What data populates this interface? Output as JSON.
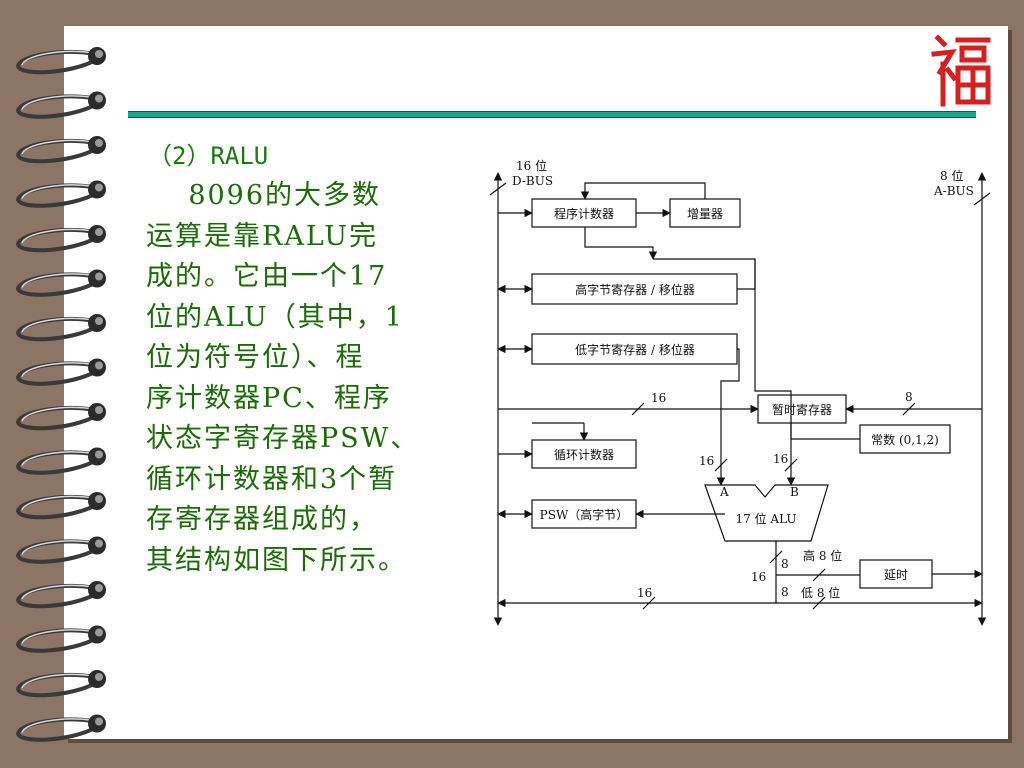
{
  "slide": {
    "heading": "（2）RALU",
    "paragraph_lines": [
      "    8096的大多数",
      "运算是靠RALU完",
      "成的。它由一个17",
      "位的ALU（其中，1",
      "位为符号位）、程",
      "序计数器PC、程序",
      "状态字寄存器PSW、",
      "循环计数器和3个暂",
      "存寄存器组成的，",
      "其结构如图下所示。"
    ],
    "seal_char": "福"
  },
  "diagram": {
    "dbus_label": [
      "16 位",
      "D-BUS"
    ],
    "abus_label": [
      "8 位",
      "A-BUS"
    ],
    "blocks": {
      "pc": "程序计数器",
      "incrementer": "增量器",
      "high_reg": "高字节寄存器 / 移位器",
      "low_reg": "低字节寄存器 / 移位器",
      "temp_reg": "暂时寄存器",
      "loop_counter": "循环计数器",
      "constant": "常数 (0,1,2)",
      "psw": "PSW（高字节）",
      "alu": "17 位 ALU",
      "delay": "延时"
    },
    "labels": {
      "bus16_top": "16",
      "bus8_right": "8",
      "alu_a_width": "16",
      "alu_b_width": "16",
      "alu_a": "A",
      "alu_b": "B",
      "out_high_width": "8",
      "out_high": "高 8 位",
      "out_total": "16",
      "out_low_width": "8",
      "out_low": "低 8 位",
      "bottom_bus": "16"
    }
  },
  "colors": {
    "background": "#8c7564",
    "paper": "#ffffff",
    "text_green": "#1b6b06",
    "rule_teal": "#18a890",
    "seal_red": "#d62020"
  }
}
